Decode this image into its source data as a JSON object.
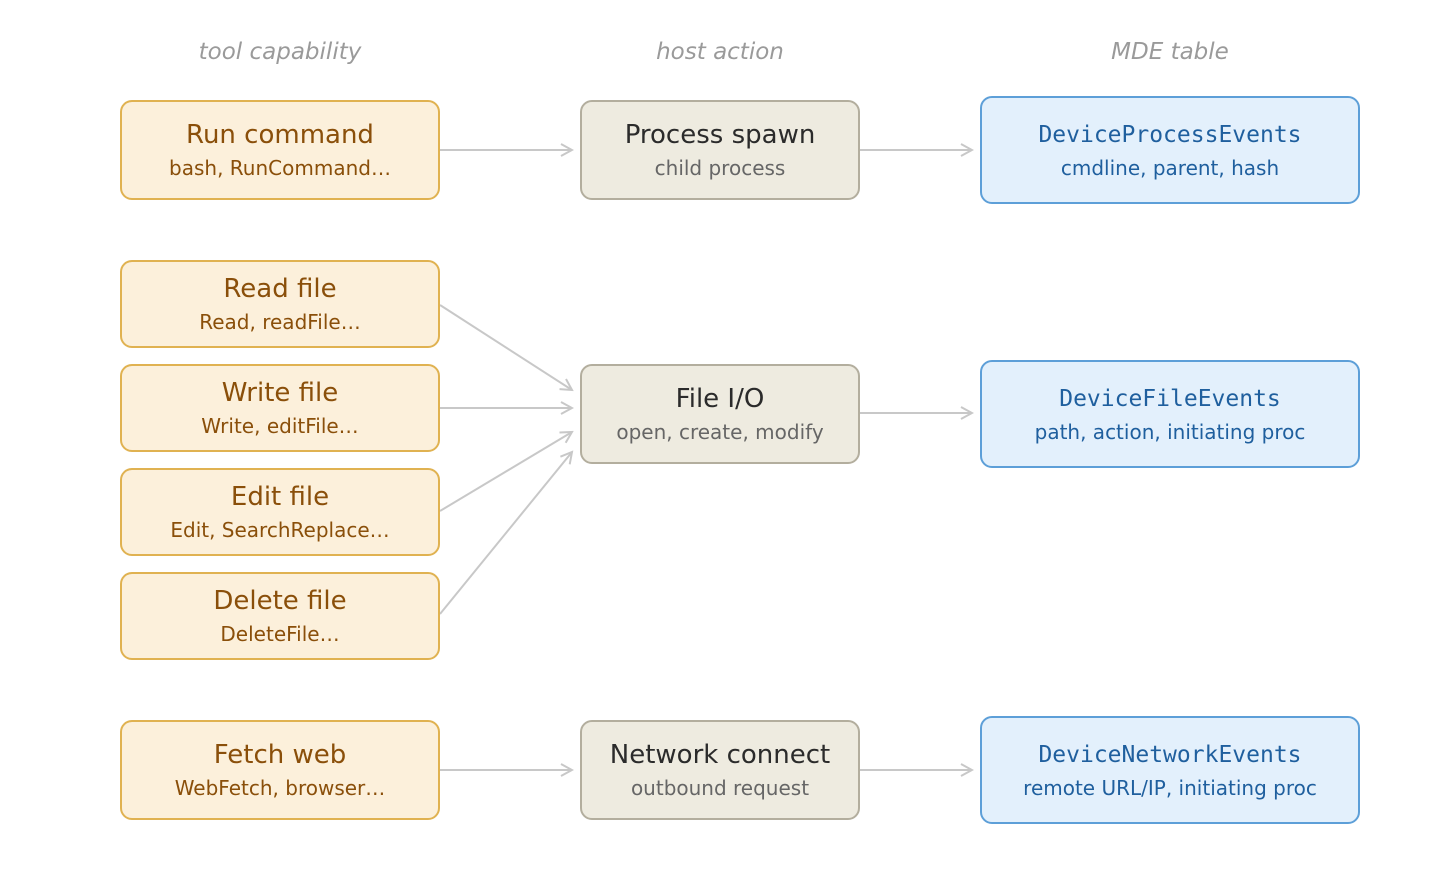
{
  "columns": {
    "capability": "tool capability",
    "host": "host action",
    "table": "MDE table"
  },
  "capabilities": {
    "run_command": {
      "title": "Run command",
      "sub": "bash, RunCommand…"
    },
    "read_file": {
      "title": "Read file",
      "sub": "Read, readFile…"
    },
    "write_file": {
      "title": "Write file",
      "sub": "Write, editFile…"
    },
    "edit_file": {
      "title": "Edit file",
      "sub": "Edit, SearchReplace…"
    },
    "delete_file": {
      "title": "Delete file",
      "sub": "DeleteFile…"
    },
    "fetch_web": {
      "title": "Fetch web",
      "sub": "WebFetch, browser…"
    }
  },
  "hosts": {
    "process_spawn": {
      "title": "Process spawn",
      "sub": "child process"
    },
    "file_io": {
      "title": "File I/O",
      "sub": "open, create, modify"
    },
    "network_connect": {
      "title": "Network connect",
      "sub": "outbound request"
    }
  },
  "tables": {
    "process_events": {
      "title": "DeviceProcessEvents",
      "sub": "cmdline, parent, hash"
    },
    "file_events": {
      "title": "DeviceFileEvents",
      "sub": "path, action, initiating proc"
    },
    "network_events": {
      "title": "DeviceNetworkEvents",
      "sub": "remote URL/IP, initiating proc"
    }
  },
  "edges": [
    {
      "from": "run_command",
      "to": "process_spawn"
    },
    {
      "from": "process_spawn",
      "to": "process_events"
    },
    {
      "from": "read_file",
      "to": "file_io"
    },
    {
      "from": "write_file",
      "to": "file_io"
    },
    {
      "from": "edit_file",
      "to": "file_io"
    },
    {
      "from": "delete_file",
      "to": "file_io"
    },
    {
      "from": "file_io",
      "to": "file_events"
    },
    {
      "from": "fetch_web",
      "to": "network_connect"
    },
    {
      "from": "network_connect",
      "to": "network_events"
    }
  ],
  "colors": {
    "capability_fill": "#fcf0db",
    "capability_border": "#e0b251",
    "capability_text": "#8a4f0a",
    "host_fill": "#eeebe0",
    "host_border": "#b3ae9e",
    "table_fill": "#e3f0fc",
    "table_border": "#5d9fd8",
    "table_text": "#1f5f9e",
    "arrow": "#c8c8c8"
  }
}
